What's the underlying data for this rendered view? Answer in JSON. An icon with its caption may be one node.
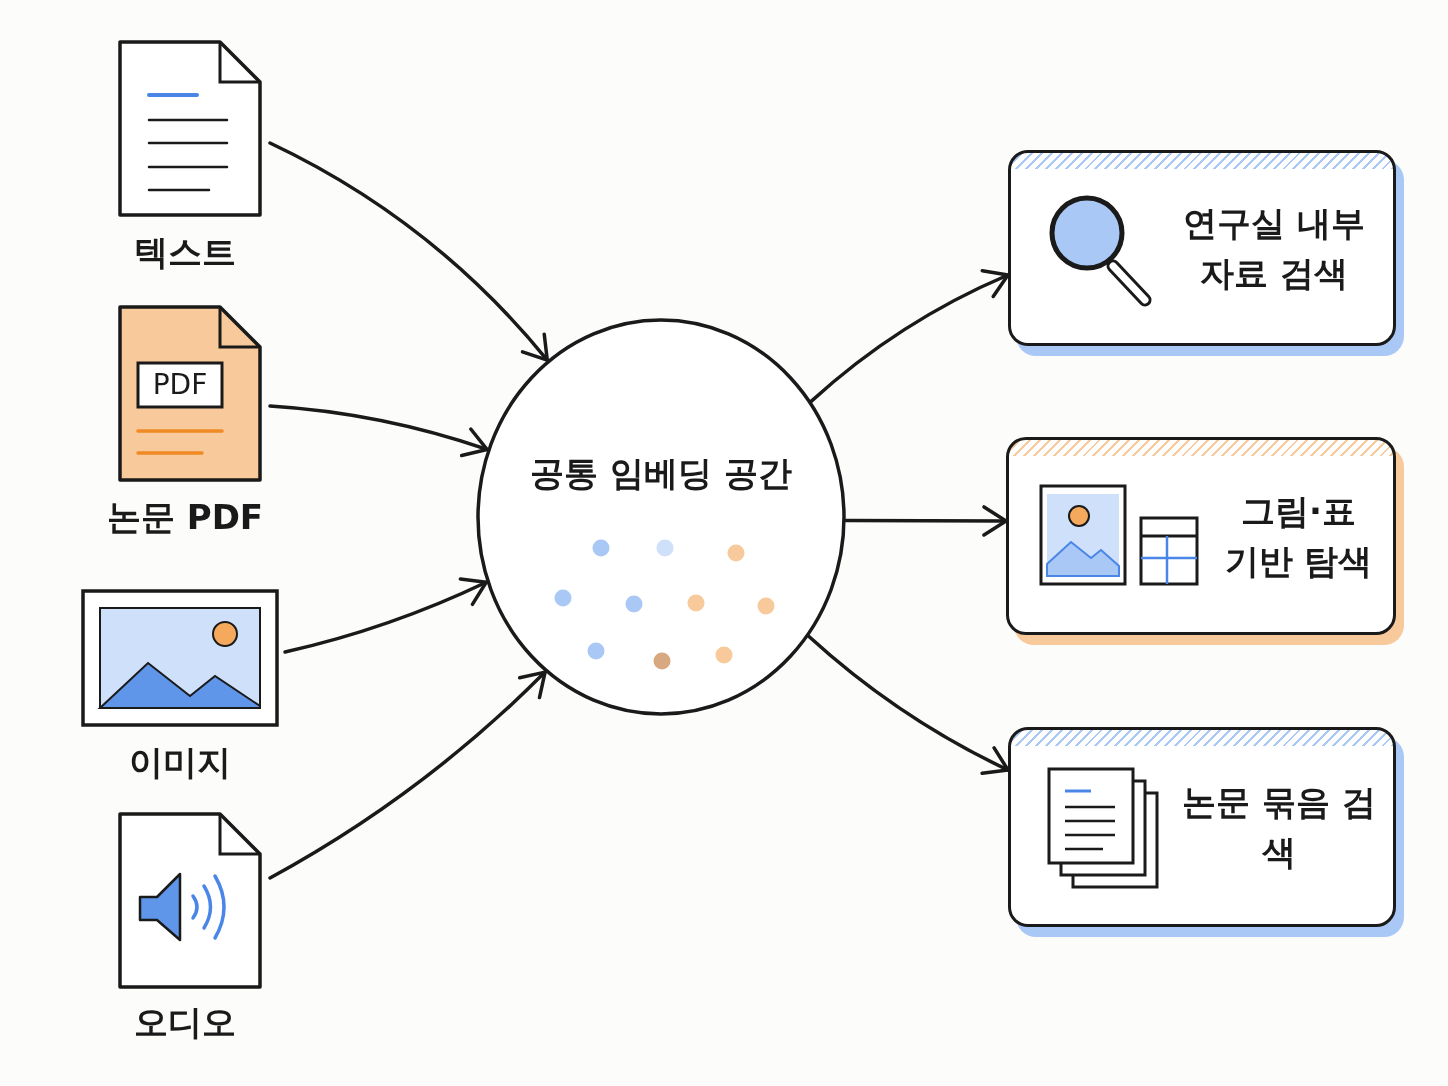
{
  "diagram": {
    "nodes": [
      {
        "text": [
          "텍스트"
        ]
      },
      {
        "text": [
          "PDF",
          "논문 PDF"
        ]
      },
      {
        "text": [
          "이미지"
        ]
      },
      {
        "text": [
          "오디오"
        ]
      },
      {
        "text": [
          "공통 임베딩 공간"
        ]
      },
      {
        "text": [
          "연구실 내부 자료 검색"
        ]
      },
      {
        "text": [
          "그림·표 기반 탐색"
        ]
      },
      {
        "text": [
          "논문 묶음 검색"
        ]
      }
    ],
    "edges": [
      {
        "from": 0,
        "to": 4,
        "arrow": "to"
      },
      {
        "from": 1,
        "to": 4,
        "arrow": "to"
      },
      {
        "from": 2,
        "to": 4,
        "arrow": "to"
      },
      {
        "from": 3,
        "to": 4,
        "arrow": "to"
      },
      {
        "from": 4,
        "to": 5,
        "arrow": "to"
      },
      {
        "from": 4,
        "to": 6,
        "arrow": "to"
      },
      {
        "from": 4,
        "to": 7,
        "arrow": "to"
      }
    ]
  }
}
